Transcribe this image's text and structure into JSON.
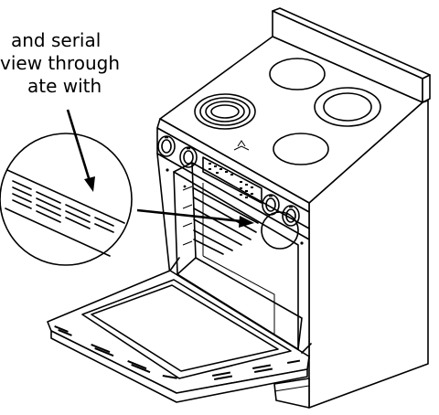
{
  "caption": {
    "line1": "and serial",
    "line2": "view through",
    "line3": "ate with"
  },
  "colors": {
    "ink": "#000000",
    "paper": "#ffffff"
  }
}
